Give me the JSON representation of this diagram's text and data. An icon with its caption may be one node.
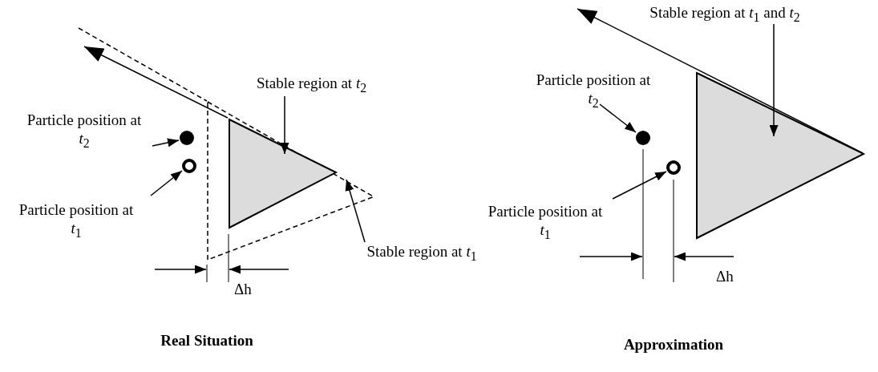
{
  "diagram": {
    "nodes": [
      {
        "text": [
          "Particle position at *t*$_{2}$"
        ]
      },
      {
        "text": [],
        "shape": "circle"
      },
      {
        "text": [
          "Particle position at *t*$_{1}$"
        ]
      },
      {
        "text": [],
        "shape": "circle"
      },
      {
        "text": [
          "Stable region at *t*$_{2}$"
        ]
      },
      {
        "text": [],
        "shape": "triangle"
      },
      {
        "text": [],
        "shape": "triangle",
        "in": 5
      },
      {
        "text": [
          "Stable region at *t*$_{1}$"
        ]
      },
      {
        "text": [
          "Stable region at *t*$_{1}$ and *t*$_{2}$"
        ]
      },
      {
        "text": [],
        "shape": "triangle"
      },
      {
        "text": [
          "Particle position at *t*$_{2}$"
        ]
      },
      {
        "text": [],
        "shape": "circle"
      },
      {
        "text": [
          "Particle position at *t*$_{1}$"
        ]
      },
      {
        "text": [],
        "shape": "circle"
      }
    ],
    "edges": [
      {
        "from": 0,
        "to": 1,
        "arrow": "to"
      },
      {
        "from": 2,
        "to": 3,
        "arrow": "to"
      },
      {
        "from": 4,
        "to": 6,
        "arrow": "to"
      },
      {
        "from": 7,
        "to": 5,
        "arrow": "to"
      },
      {
        "from": 8,
        "to": 9,
        "arrow": "to"
      },
      {
        "from": 10,
        "to": 11,
        "arrow": "to"
      },
      {
        "from": 12,
        "to": 13,
        "arrow": "to"
      }
    ],
    "labels": [
      "Δh",
      "Real Situation",
      "Δh",
      "Approximation"
    ]
  }
}
